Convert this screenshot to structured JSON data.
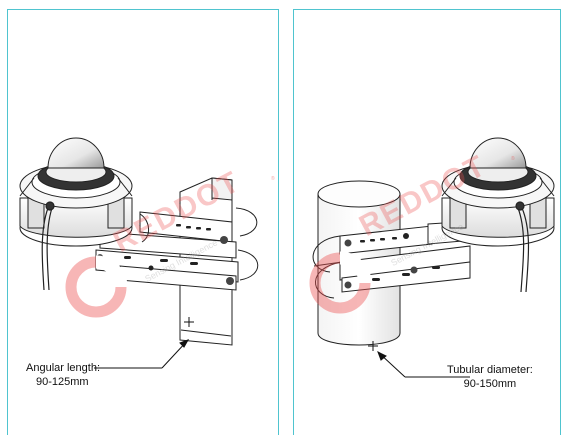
{
  "panels": [
    {
      "id": "angular",
      "caption_line1": "Angular length:",
      "caption_line2": "90-125mm"
    },
    {
      "id": "tubular",
      "caption_line1": "Tubular diameter:",
      "caption_line2": "90-150mm"
    }
  ],
  "watermark": {
    "text": "REDDOT",
    "subtext": "Sensing Intelligence",
    "color": "#ec5050"
  },
  "colors": {
    "panel_border": "#4fc4cf",
    "line": "#222222"
  }
}
